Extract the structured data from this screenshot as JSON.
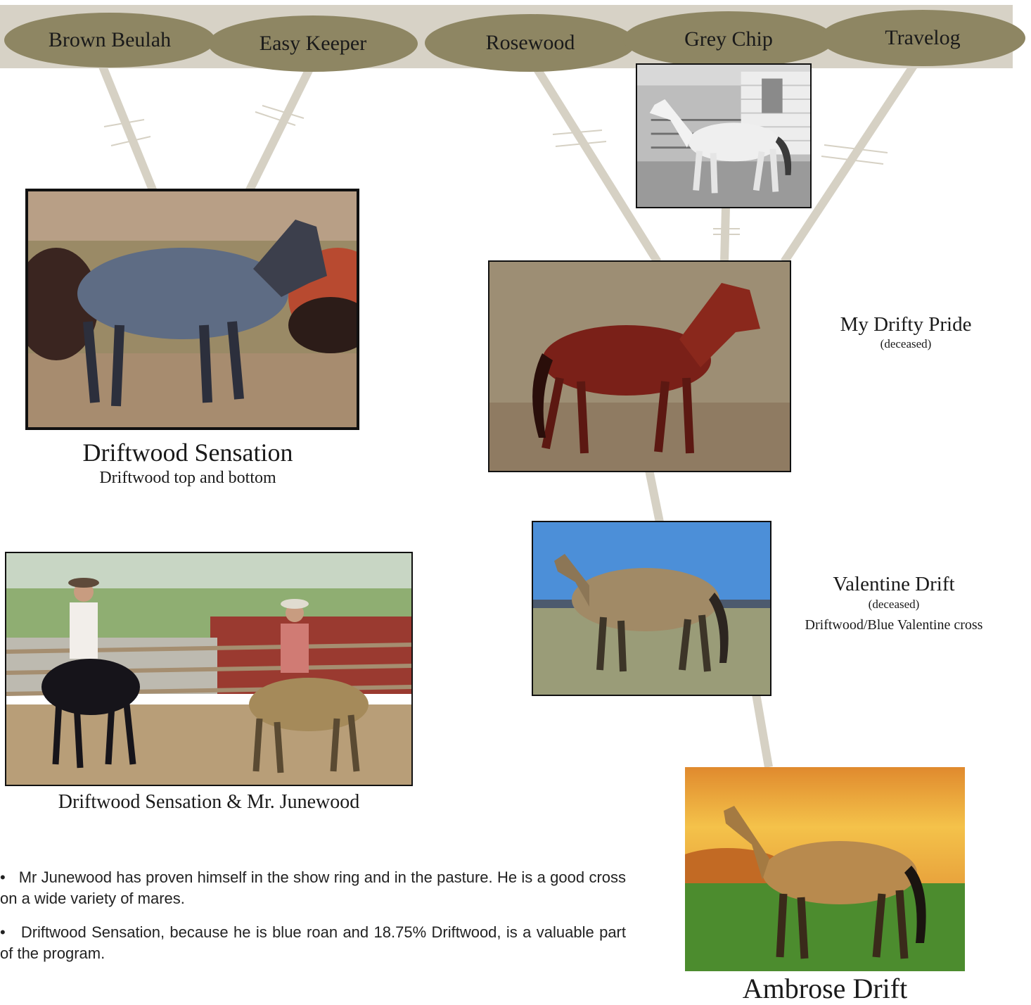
{
  "ancestors": [
    "Brown Beulah",
    "Easy Keeper",
    "Rosewood",
    "Grey Chip",
    "Travelog"
  ],
  "horses": {
    "driftwood_sensation": {
      "name": "Driftwood Sensation",
      "note": "Driftwood top and bottom"
    },
    "my_drifty_pride": {
      "name": "My Drifty Pride",
      "status": "(deceased)"
    },
    "valentine_drift": {
      "name": "Valentine Drift",
      "status": "(deceased)",
      "note": "Driftwood/Blue Valentine cross"
    },
    "ambrose_drift": {
      "name": "Ambrose Drift"
    }
  },
  "photo_caption": "Driftwood Sensation & Mr. Junewood",
  "bullets": [
    "Mr Junewood has proven himself in the show ring and in the pasture. He is a good cross on a wide variety of mares.",
    "Driftwood Sensation, because he is blue roan and 18.75% Driftwood, is a valuable part of the program."
  ],
  "bullet_symbol": "•",
  "colors": {
    "banner": "#d7d2c6",
    "oval": "#8e8663",
    "connector": "#d6d1c4"
  }
}
